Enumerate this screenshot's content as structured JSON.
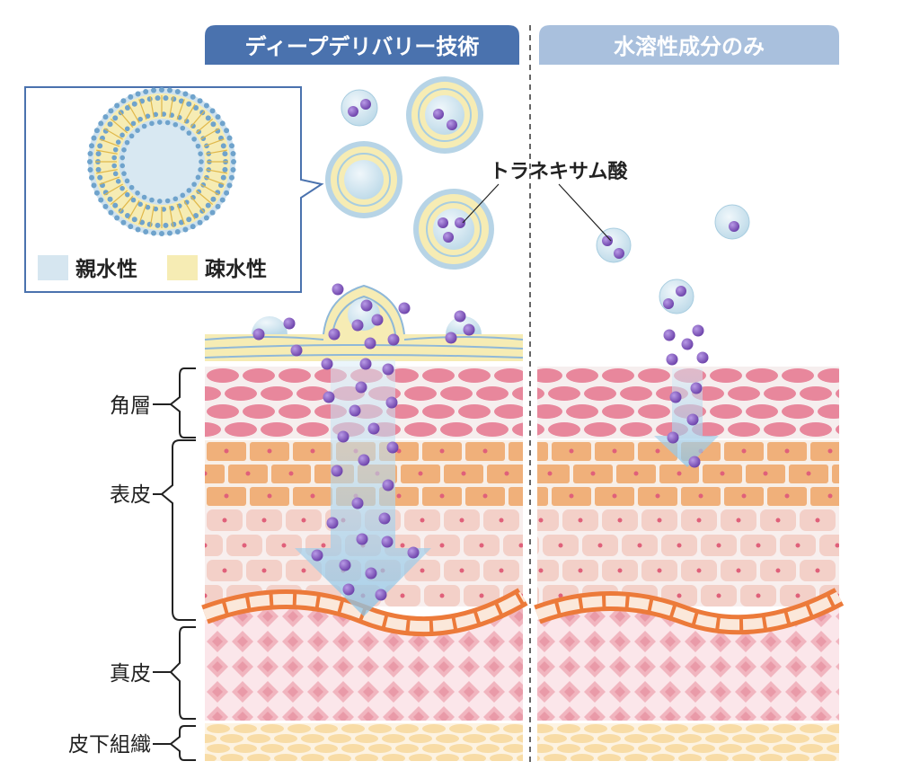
{
  "headers": {
    "left": "ディープデリバリー技術",
    "right": "水溶性成分のみ"
  },
  "legend": {
    "hydrophilic": "親水性",
    "hydrophobic": "疎水性"
  },
  "callout": "トラネキサム酸",
  "layers": {
    "corneum": "角層",
    "epidermis": "表皮",
    "dermis": "真皮",
    "subcutaneous": "皮下組織"
  },
  "colors": {
    "header_left": "#4a72ae",
    "header_right": "#a9c0dd",
    "particle": "#8a5cc0",
    "corneum": "#e8879c",
    "granular": "#f0b07a",
    "spinous": "#f3d0c8",
    "basal": "#ec7a3a",
    "dermis": "#f1b5bf",
    "subcutaneous": "#f8dca6",
    "hydrophilic": "#d6e6f0",
    "hydrophobic": "#f6ecb4"
  }
}
